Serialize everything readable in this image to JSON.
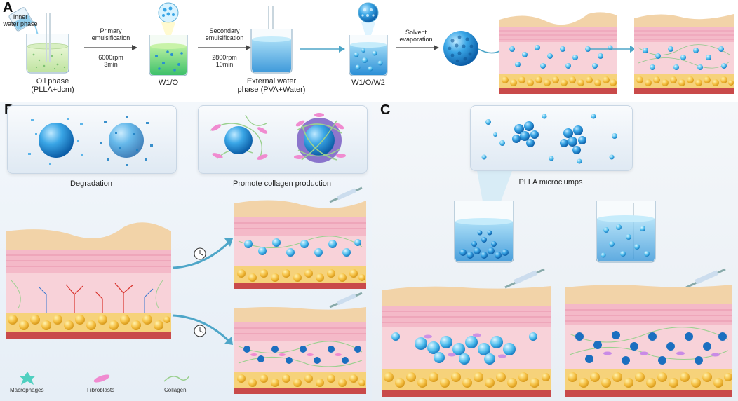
{
  "panels": {
    "a": "A",
    "b": "B",
    "c": "C"
  },
  "panel_a": {
    "inner_water_line1": "Inner",
    "inner_water_line2": "water phase",
    "oil_phase_line1": "Oil phase",
    "oil_phase_line2": "(PLLA+dcm)",
    "primary_line1": "Primary",
    "primary_line2": "emulsification",
    "primary_speed": "6000rpm",
    "primary_time": "3min",
    "w1o": "W1/O",
    "secondary_line1": "Secondary",
    "secondary_line2": "emulsification",
    "secondary_speed": "2800rpm",
    "secondary_time": "10min",
    "external_line1": "External water",
    "external_line2": "phase (PVA+Water)",
    "w1ow2": "W1/O/W2",
    "solvent_line1": "Solvent",
    "solvent_line2": "evaporation"
  },
  "panel_b": {
    "degradation": "Degradation",
    "collagen": "Promote collagen production",
    "legend_macrophages": "Macrophages",
    "legend_fibroblasts": "Fibroblasts",
    "legend_collagen": "Collagen"
  },
  "panel_c": {
    "microclumps": "PLLA microclumps"
  },
  "colors": {
    "skin_top": "#f2d3a8",
    "skin_pink": "#f4b9c8",
    "dermis": "#f8d2d9",
    "fat": "#f6c24a",
    "muscle": "#c94a4a",
    "sphere": "#2f9fe0",
    "sphere_light": "#7fd0f5",
    "arrow": "#4ea6c8"
  }
}
